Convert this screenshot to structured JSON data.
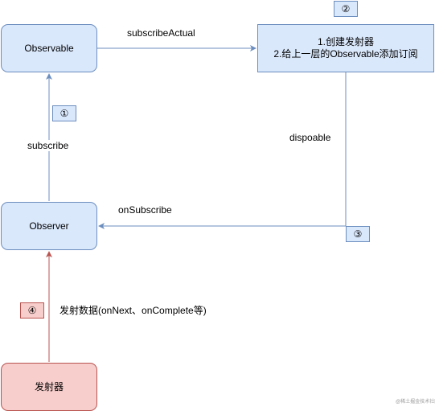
{
  "nodes": {
    "observable": "Observable",
    "observer": "Observer",
    "emitter": "发射器",
    "process_line1": "1.创建发射器",
    "process_line2": "2.给上一层的Observable添加订阅"
  },
  "badges": {
    "one": "①",
    "two": "②",
    "three": "③",
    "four": "④"
  },
  "edges": {
    "subscribe_actual": "subscribeActual",
    "subscribe": "subscribe",
    "dispoable": "dispoable",
    "on_subscribe": "onSubscribe",
    "emit_data": "发射数据(onNext、onComplete等)"
  },
  "watermark": "@稀土掘金技术社区",
  "colors": {
    "blue_fill": "#dae8fc",
    "blue_stroke": "#6c8ebf",
    "red_fill": "#f8cecc",
    "red_stroke": "#b85450"
  }
}
